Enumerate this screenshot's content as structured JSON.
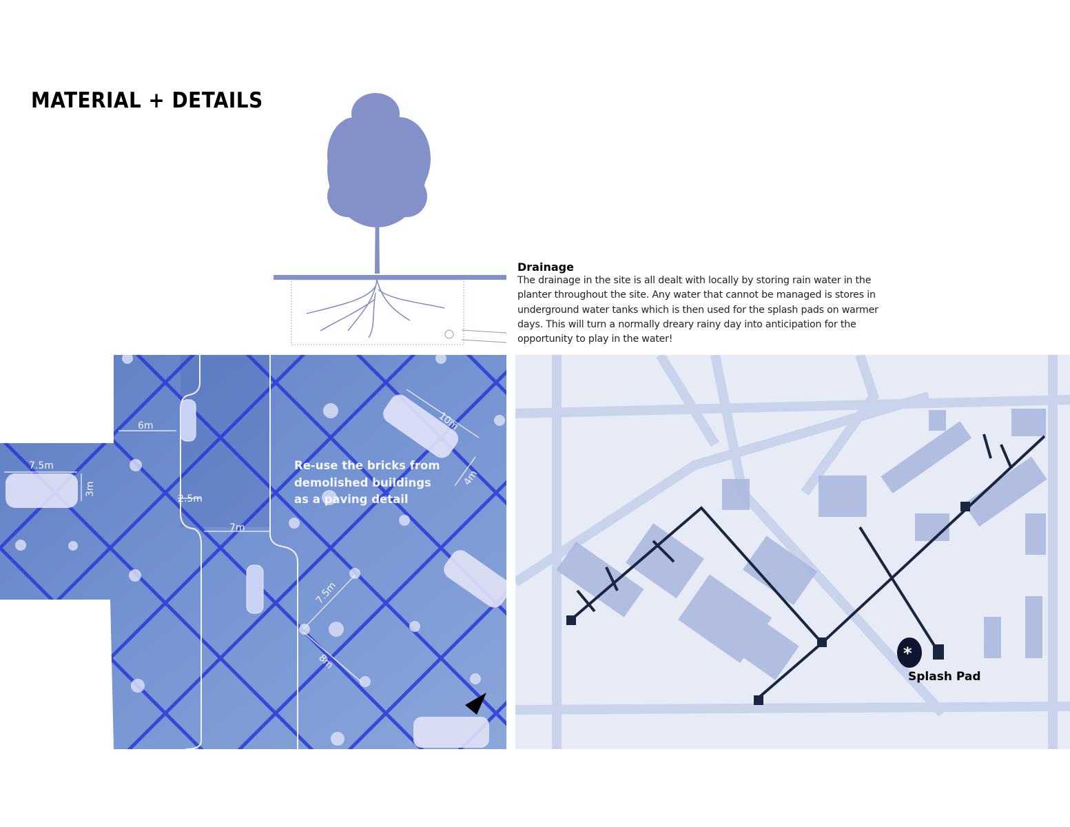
{
  "page": {
    "title": "MATERIAL + DETAILS"
  },
  "drainage": {
    "heading": "Drainage",
    "body": "The drainage in the site is all dealt with locally by storing rain water in the planter throughout the site. Any water that cannot be managed is stores in underground water tanks which is then used for the splash pads on warmer days. This will turn a normally dreary rainy day into anticipation for the opportunity to play in the water!"
  },
  "paving_plan": {
    "note_lines": [
      "Re-use the bricks from",
      "demolished buildings",
      "as a paving detail"
    ],
    "dimensions": {
      "d6m": "6m",
      "d7_5m_top": "7.5m",
      "d3m": "3m",
      "d2_5m": "2.5m",
      "d7m": "7m",
      "d10m": "10m",
      "d4m": "4m",
      "d7_5m_diag": "7.5m",
      "d8m": "8m"
    }
  },
  "site_plan": {
    "splash_label": "Splash Pad"
  },
  "colors": {
    "paving": "#6e8ccc",
    "grid": "#2a3ad8",
    "tree": "#8490c8",
    "map_bg": "#e6ebf6",
    "drain_line": "#1a2540"
  }
}
